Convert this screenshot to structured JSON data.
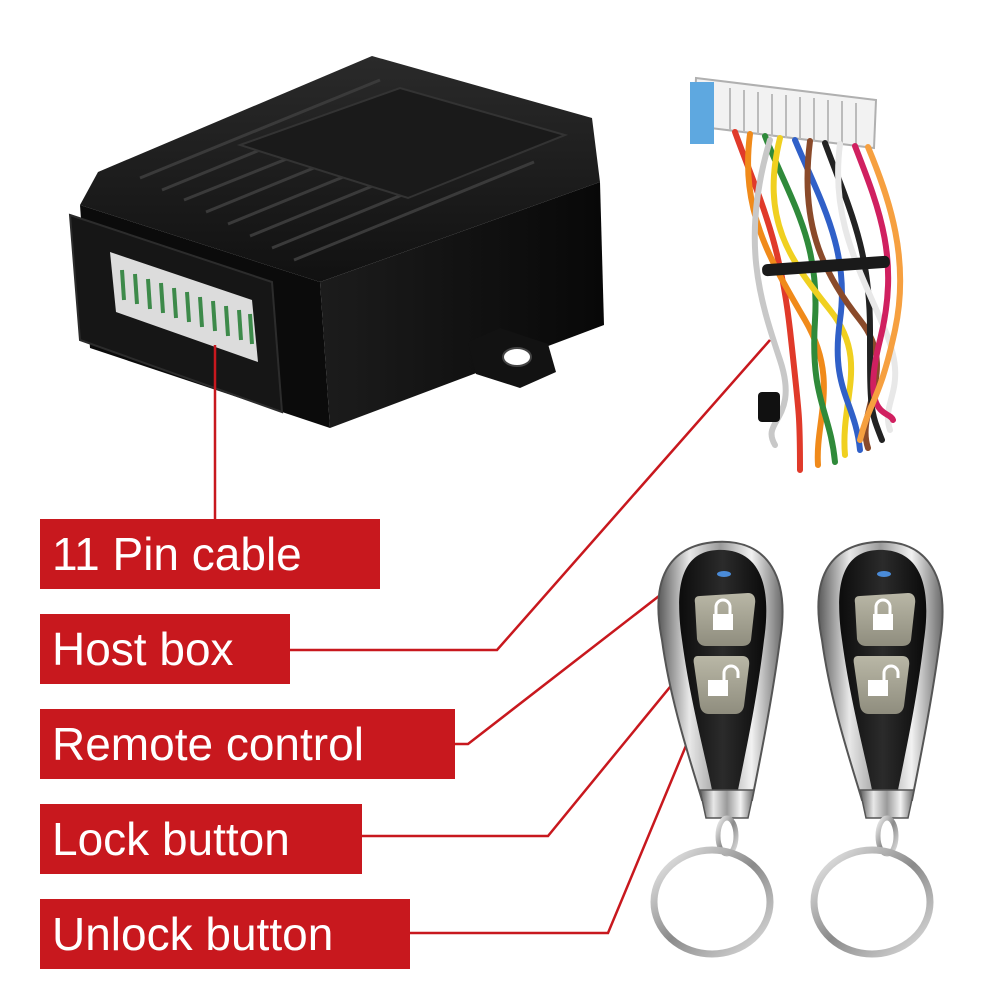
{
  "labels": {
    "pin_cable": "11 Pin cable",
    "host_box": "Host box",
    "remote_control": "Remote control",
    "lock_button": "Lock button",
    "unlock_button": "Unlock button"
  },
  "colors": {
    "label_background": "#c8181e",
    "label_text": "#ffffff",
    "leader_line": "#c8181e",
    "housing": "#141414"
  },
  "icons": {
    "lock": "lock-closed-icon",
    "unlock": "lock-open-icon"
  }
}
